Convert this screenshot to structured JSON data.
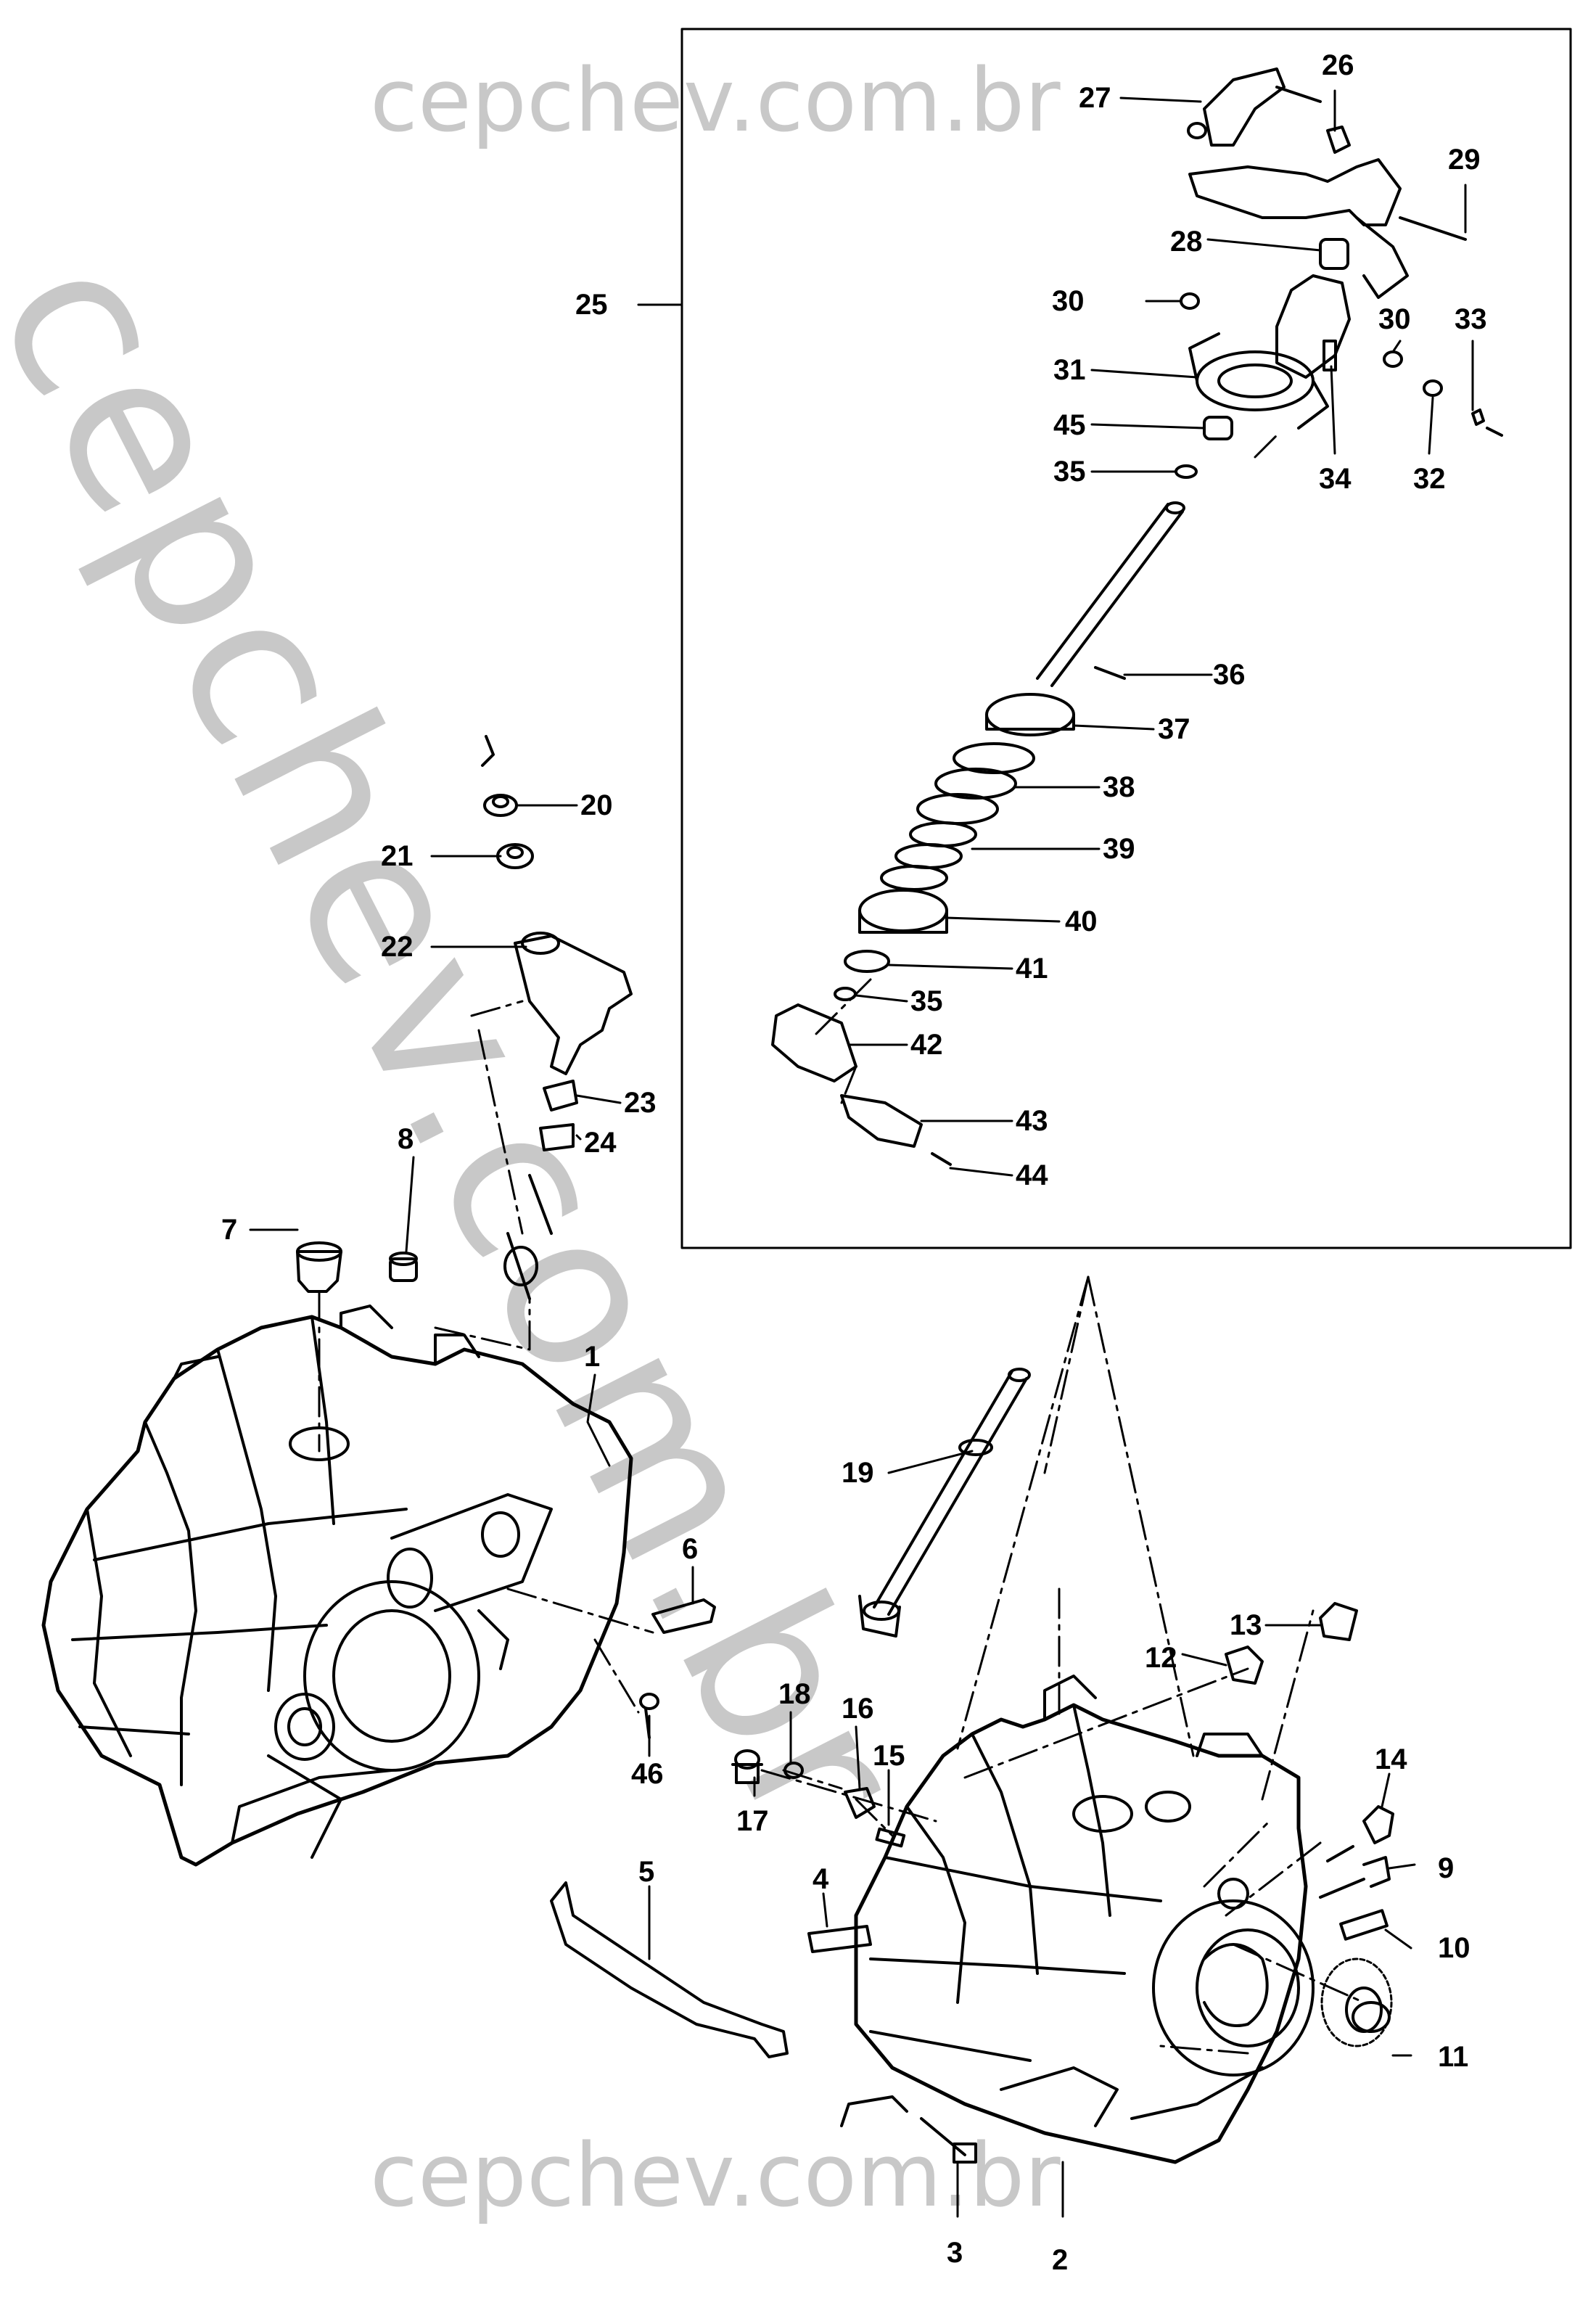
{
  "watermark": {
    "top": "cepchev.com.br",
    "bottom": "cepchev.com.br",
    "diagonal": "cepchev.com.br"
  },
  "labels": {
    "l1": "1",
    "l2": "2",
    "l3": "3",
    "l4": "4",
    "l5": "5",
    "l6": "6",
    "l7": "7",
    "l8": "8",
    "l9": "9",
    "l10": "10",
    "l11": "11",
    "l12": "12",
    "l13": "13",
    "l14": "14",
    "l15": "15",
    "l16": "16",
    "l17": "17",
    "l18": "18",
    "l19": "19",
    "l20": "20",
    "l21": "21",
    "l22": "22",
    "l23": "23",
    "l24": "24",
    "l25": "25",
    "l26": "26",
    "l27": "27",
    "l28": "28",
    "l29": "29",
    "l30a": "30",
    "l30b": "30",
    "l31": "31",
    "l32": "32",
    "l33": "33",
    "l34": "34",
    "l35a": "35",
    "l35b": "35",
    "l36": "36",
    "l37": "37",
    "l38": "38",
    "l39": "39",
    "l40": "40",
    "l41": "41",
    "l42": "42",
    "l43": "43",
    "l44": "44",
    "l45": "45",
    "l46": "46"
  },
  "colors": {
    "line": "#000000",
    "watermark": "#c8c8c8"
  }
}
